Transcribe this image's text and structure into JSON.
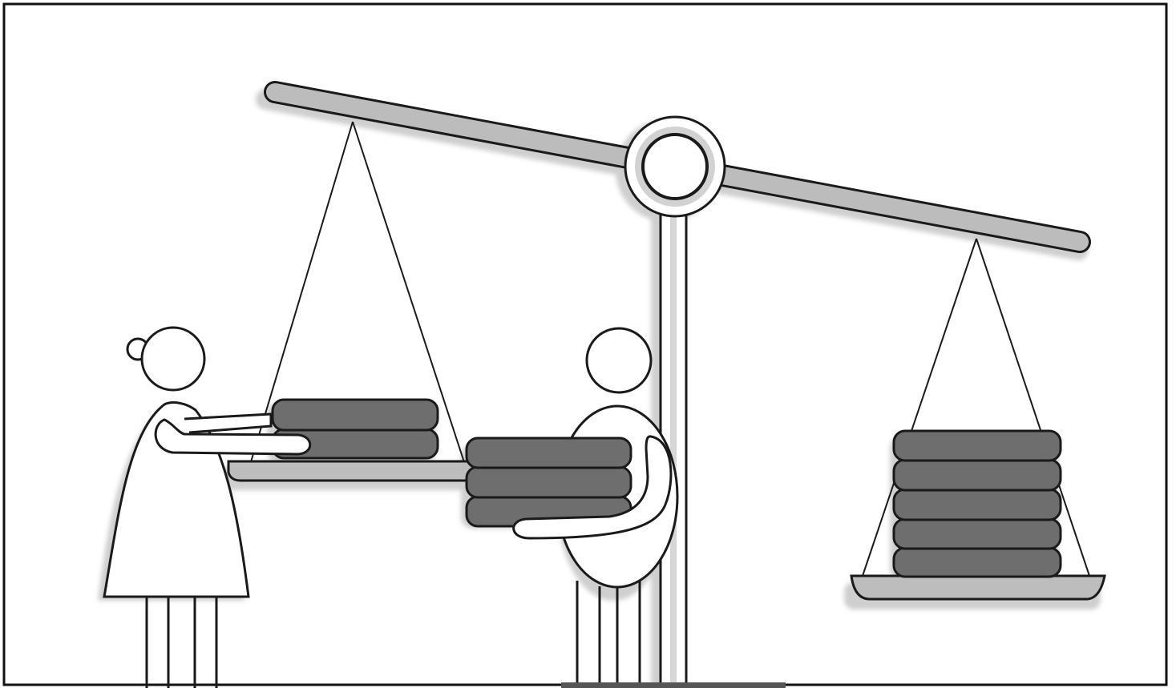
{
  "illustration": {
    "subject": "balance-scale-with-weights",
    "left_pan_weights": 2,
    "carried_weights": 3,
    "right_pan_weights": 5,
    "colors": {
      "background": "#ffffff",
      "outline": "#1a1a1a",
      "beam": "#b8b8b8",
      "weight": "#6e6e6e",
      "shadow": "#cfcfcf",
      "figure": "#ffffff"
    }
  }
}
